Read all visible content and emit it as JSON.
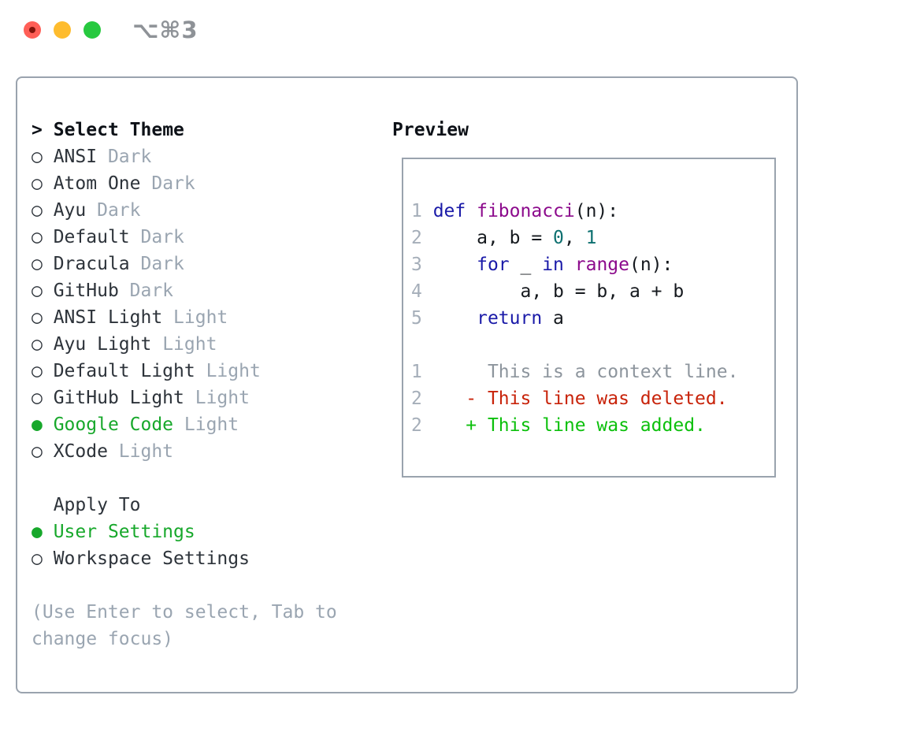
{
  "window": {
    "titlebar": {
      "title": "⌥⌘3",
      "traffic_lights": [
        {
          "name": "close",
          "color": "#ff5f57"
        },
        {
          "name": "minimize",
          "color": "#febc2e"
        },
        {
          "name": "zoom",
          "color": "#27c93f"
        }
      ]
    }
  },
  "colors": {
    "panel_border": "#9aa3ae",
    "text_main": "#2d333a",
    "text_muted": "#9aa5b1",
    "selected_green": "#17a82b",
    "keyword_blue": "#1a1aa8",
    "function_purple": "#8c0a8c",
    "number_teal": "#0d7070",
    "line_number_gray": "#a5aeb9",
    "diff_context_gray": "#8d959d",
    "diff_deleted_red": "#c8230a",
    "diff_added_green": "#0cc00c"
  },
  "radio": {
    "selected_glyph": "●",
    "unselected_glyph": "○"
  },
  "theme_selector": {
    "prompt": ">",
    "heading": "Select Theme",
    "items": [
      {
        "name": "ANSI",
        "variant": "Dark",
        "selected": false
      },
      {
        "name": "Atom One",
        "variant": "Dark",
        "selected": false
      },
      {
        "name": "Ayu",
        "variant": "Dark",
        "selected": false
      },
      {
        "name": "Default",
        "variant": "Dark",
        "selected": false
      },
      {
        "name": "Dracula",
        "variant": "Dark",
        "selected": false
      },
      {
        "name": "GitHub",
        "variant": "Dark",
        "selected": false
      },
      {
        "name": "ANSI Light",
        "variant": "Light",
        "selected": false
      },
      {
        "name": "Ayu Light",
        "variant": "Light",
        "selected": false
      },
      {
        "name": "Default Light",
        "variant": "Light",
        "selected": false
      },
      {
        "name": "GitHub Light",
        "variant": "Light",
        "selected": false
      },
      {
        "name": "Google Code",
        "variant": "Light",
        "selected": true
      },
      {
        "name": "XCode",
        "variant": "Light",
        "selected": false
      }
    ]
  },
  "apply_to": {
    "heading": "Apply To",
    "options": [
      {
        "label": "User Settings",
        "selected": true
      },
      {
        "label": "Workspace Settings",
        "selected": false
      }
    ]
  },
  "help": {
    "lines": [
      "(Use Enter to select, Tab to",
      "change focus)"
    ]
  },
  "preview": {
    "heading": "Preview",
    "code_lines": [
      {
        "num": "1",
        "tokens": [
          [
            "kw",
            "def"
          ],
          [
            "pl",
            " "
          ],
          [
            "fn",
            "fibonacci"
          ],
          [
            "pl",
            "(n):"
          ]
        ]
      },
      {
        "num": "2",
        "tokens": [
          [
            "pl",
            "    a, b = "
          ],
          [
            "num",
            "0"
          ],
          [
            "pl",
            ", "
          ],
          [
            "num",
            "1"
          ]
        ]
      },
      {
        "num": "3",
        "tokens": [
          [
            "pl",
            "    "
          ],
          [
            "kw",
            "for"
          ],
          [
            "pl",
            " _ "
          ],
          [
            "kw",
            "in"
          ],
          [
            "pl",
            " "
          ],
          [
            "fn",
            "range"
          ],
          [
            "pl",
            "(n):"
          ]
        ]
      },
      {
        "num": "4",
        "tokens": [
          [
            "pl",
            "        a, b = b, a + b"
          ]
        ]
      },
      {
        "num": "5",
        "tokens": [
          [
            "pl",
            "    "
          ],
          [
            "kw",
            "return"
          ],
          [
            "pl",
            " a"
          ]
        ]
      }
    ],
    "diff_lines": [
      {
        "num": "1",
        "type": "context",
        "text": "     This is a context line."
      },
      {
        "num": "2",
        "type": "deleted",
        "text": "   - This line was deleted."
      },
      {
        "num": "2",
        "type": "added",
        "text": "   + This line was added."
      }
    ]
  }
}
